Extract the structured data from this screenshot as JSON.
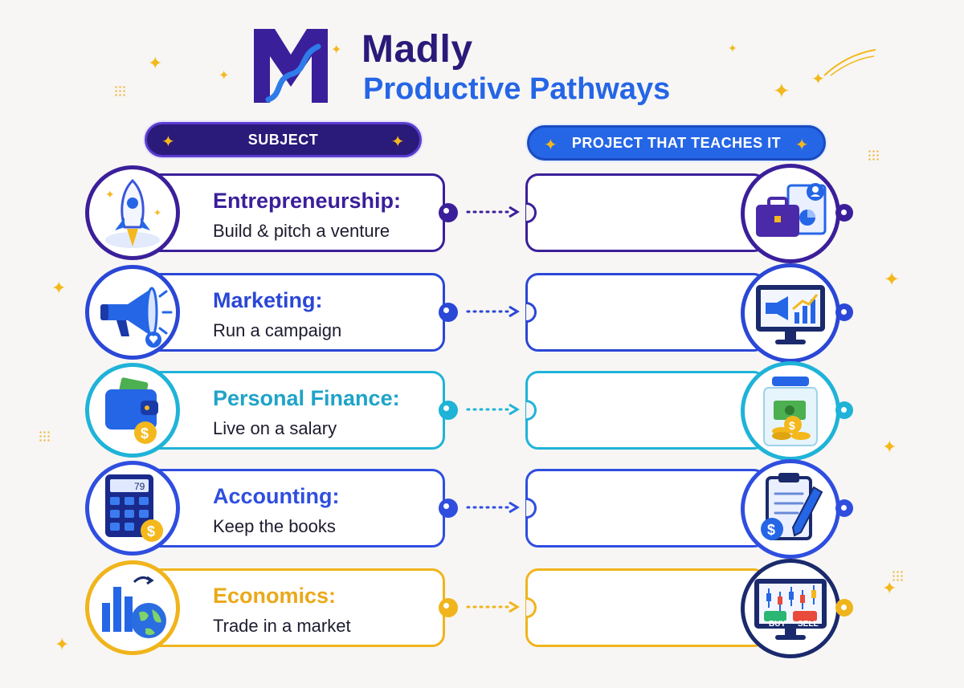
{
  "brand": {
    "name": "Madly",
    "tagline": "Productive Pathways"
  },
  "headers": {
    "subject": "SUBJECT",
    "project": "PROJECT THAT TEACHES IT"
  },
  "rows": [
    {
      "title": "Entrepreneurship:",
      "subtitle": "Build & pitch a venture",
      "color": "#3b1f9a",
      "subject_icon": "rocket-icon",
      "project_icon": "briefcase-presentation-icon",
      "project_text": ""
    },
    {
      "title": "Marketing:",
      "subtitle": "Run a campaign",
      "color": "#2a47d6",
      "subject_icon": "megaphone-icon",
      "project_icon": "monitor-megaphone-chart-icon",
      "project_text": ""
    },
    {
      "title": "Personal Finance:",
      "subtitle": "Live on a salary",
      "color": "#1fb3d8",
      "subject_icon": "wallet-icon",
      "project_icon": "money-jar-icon",
      "project_text": ""
    },
    {
      "title": "Accounting:",
      "subtitle": "Keep the books",
      "color": "#2f4ee0",
      "subject_icon": "calculator-icon",
      "project_icon": "clipboard-pen-icon",
      "project_text": ""
    },
    {
      "title": "Economics:",
      "subtitle": "Trade in a market",
      "color": "#f0b51c",
      "subject_icon": "bar-chart-globe-icon",
      "project_icon": "trading-monitor-icon",
      "project_text": ""
    }
  ],
  "calculator_display": "79",
  "trade_buttons": {
    "buy": "BUY",
    "sell": "SELL"
  },
  "colors": {
    "navy": "#2a1a7a",
    "blue": "#2566e6",
    "gold": "#f4b81c",
    "teal": "#1fb3d8"
  }
}
